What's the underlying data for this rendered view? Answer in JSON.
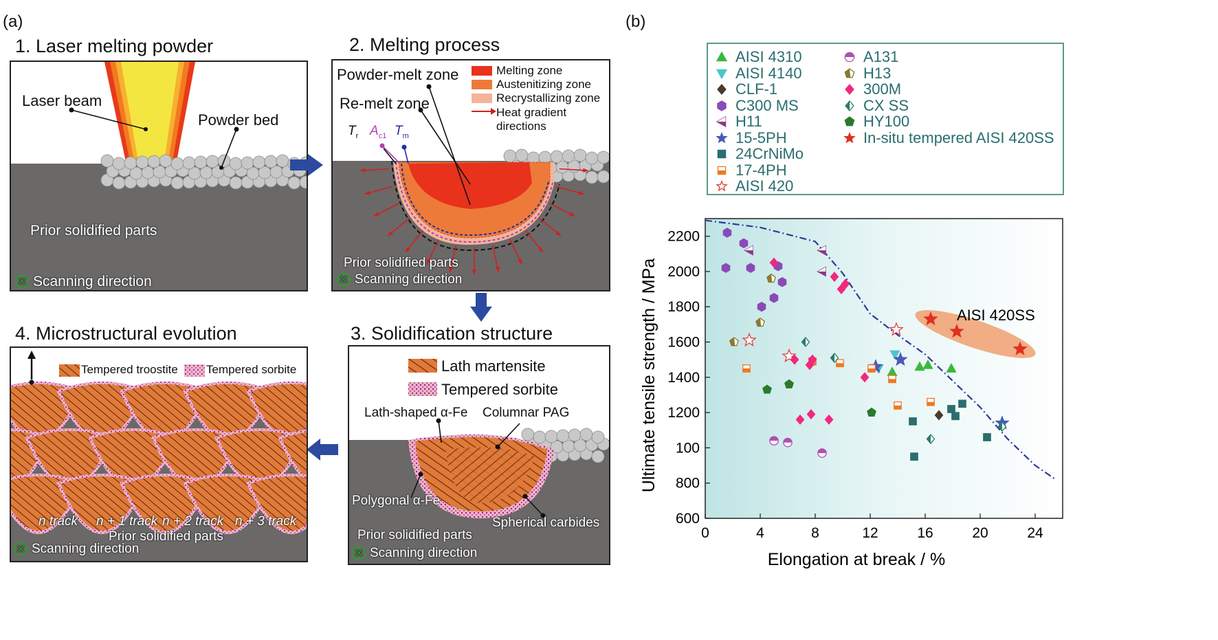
{
  "panel_a": {
    "label": "(a)",
    "step1": {
      "title": "1. Laser melting powder",
      "laser_beam": "Laser beam",
      "powder_bed": "Powder bed",
      "prior": "Prior solidified parts",
      "scan": "Scanning direction"
    },
    "step2": {
      "title": "2. Melting process",
      "powder_melt": "Powder-melt zone",
      "remelt": "Re-melt zone",
      "tr": "T",
      "tr_sub": "r",
      "ac1": "A",
      "ac1_sub": "c1",
      "tm": "T",
      "tm_sub": "m",
      "legend": [
        "Melting zone",
        "Austenitizing zone",
        "Recrystallizing zone",
        "Heat gradient",
        "directions"
      ],
      "prior": "Prior solidified parts",
      "scan": "Scanning direction"
    },
    "step3": {
      "title": "3. Solidification structure",
      "legend": [
        "Lath martensite",
        "Tempered sorbite"
      ],
      "lath": "Lath-shaped α-Fe",
      "columnar": "Columnar PAG",
      "polygonal": "Polygonal α-Fe",
      "spherical": "Spherical carbides",
      "prior": "Prior solidified parts",
      "scan": "Scanning direction"
    },
    "step4": {
      "title": "4. Microstructural evolution",
      "legend": [
        "Tempered troostite",
        "Tempered sorbite"
      ],
      "tracks": [
        "n track",
        "n + 1 track",
        "n + 2 track",
        "n + 3 track"
      ],
      "prior": "Prior solidified parts",
      "scan": "Scanning direction"
    }
  },
  "panel_b": {
    "label": "(b)",
    "legend_left": [
      {
        "name": "AISI 4310",
        "icon": "triangle-up",
        "color": "#3cb83c"
      },
      {
        "name": "AISI 4140",
        "icon": "triangle-down",
        "color": "#4fc4c8"
      },
      {
        "name": "CLF-1",
        "icon": "diamond",
        "color": "#4a3a2a"
      },
      {
        "name": "C300 MS",
        "icon": "hexagon",
        "color": "#8a4ab8"
      },
      {
        "name": "H11",
        "icon": "triangle-left",
        "color": "#8a3a8a"
      },
      {
        "name": "15-5PH",
        "icon": "star",
        "color": "#4a5ab8"
      },
      {
        "name": "24CrNiMo",
        "icon": "square",
        "color": "#2a6e6e"
      },
      {
        "name": "17-4PH",
        "icon": "square-half",
        "color": "#f07820"
      },
      {
        "name": "AISI 420",
        "icon": "star-open",
        "color": "#e04040"
      }
    ],
    "legend_right": [
      {
        "name": "A131",
        "icon": "circle-half",
        "color": "#b050b0"
      },
      {
        "name": "H13",
        "icon": "pentagon-half",
        "color": "#8a7a30"
      },
      {
        "name": "300M",
        "icon": "diamond",
        "color": "#f02880"
      },
      {
        "name": "CX SS",
        "icon": "diamond-half",
        "color": "#2a7a6a"
      },
      {
        "name": "HY100",
        "icon": "pentagon",
        "color": "#2a7a2a"
      },
      {
        "name": "In-situ tempered AISI 420SS",
        "icon": "star",
        "color": "#e03020"
      }
    ],
    "annotation": "AISI 420SS"
  },
  "chart_data": {
    "type": "scatter",
    "xlabel": "Elongation at break / %",
    "ylabel": "Ultimate tensile strength / MPa",
    "xlim": [
      0,
      26
    ],
    "ylim": [
      600,
      2300
    ],
    "xticks": [
      0,
      4,
      8,
      12,
      16,
      20,
      24
    ],
    "xtick_labels": [
      "0",
      "4",
      "8",
      "12",
      "16",
      "20",
      "24"
    ],
    "yticks": [
      600,
      800,
      1000,
      1200,
      1400,
      1600,
      1800,
      2000,
      2200
    ],
    "ytick_labels": [
      "600",
      "800",
      "100",
      "1200",
      "1400",
      "1600",
      "1800",
      "2000",
      "2200"
    ],
    "series": [
      {
        "name": "AISI 4310",
        "marker": "triangle-up",
        "color": "#3cb83c",
        "points": [
          [
            13.6,
            1430
          ],
          [
            15.6,
            1460
          ],
          [
            16.2,
            1470
          ],
          [
            17.9,
            1450
          ]
        ]
      },
      {
        "name": "AISI 4140",
        "marker": "triangle-down",
        "color": "#4fc4c8",
        "points": [
          [
            13.8,
            1530
          ],
          [
            12.6,
            1450
          ]
        ]
      },
      {
        "name": "CLF-1",
        "marker": "diamond",
        "color": "#4a3a2a",
        "points": [
          [
            17.0,
            1185
          ]
        ]
      },
      {
        "name": "C300 MS",
        "marker": "hexagon",
        "color": "#8a4ab8",
        "points": [
          [
            1.6,
            2220
          ],
          [
            2.8,
            2160
          ],
          [
            3.3,
            2020
          ],
          [
            5.3,
            2030
          ],
          [
            5.6,
            1940
          ],
          [
            4.1,
            1800
          ],
          [
            5.0,
            1850
          ],
          [
            1.5,
            2020
          ]
        ]
      },
      {
        "name": "H11",
        "marker": "triangle-left",
        "color": "#8a3a8a",
        "points": [
          [
            3.2,
            2120
          ],
          [
            8.5,
            2120
          ],
          [
            8.5,
            2000
          ]
        ]
      },
      {
        "name": "15-5PH",
        "marker": "star",
        "color": "#4a5ab8",
        "points": [
          [
            14.2,
            1500
          ],
          [
            21.6,
            1140
          ],
          [
            12.4,
            1460
          ]
        ]
      },
      {
        "name": "24CrNiMo",
        "marker": "square",
        "color": "#2a6e6e",
        "points": [
          [
            15.1,
            1150
          ],
          [
            15.2,
            950
          ],
          [
            17.9,
            1220
          ],
          [
            18.2,
            1180
          ],
          [
            18.7,
            1250
          ],
          [
            20.5,
            1060
          ]
        ]
      },
      {
        "name": "17-4PH",
        "marker": "square-half",
        "color": "#f07820",
        "points": [
          [
            3.0,
            1450
          ],
          [
            7.8,
            1490
          ],
          [
            9.8,
            1480
          ],
          [
            12.1,
            1450
          ],
          [
            13.6,
            1390
          ],
          [
            14.0,
            1240
          ],
          [
            16.4,
            1260
          ]
        ]
      },
      {
        "name": "AISI 420",
        "marker": "star-open",
        "color": "#e04040",
        "points": [
          [
            3.2,
            1610
          ],
          [
            6.1,
            1520
          ],
          [
            13.9,
            1670
          ]
        ]
      },
      {
        "name": "A131",
        "marker": "circle-half",
        "color": "#b050b0",
        "points": [
          [
            5.0,
            1040
          ],
          [
            6.0,
            1030
          ],
          [
            8.5,
            970
          ]
        ]
      },
      {
        "name": "H13",
        "marker": "pentagon-half",
        "color": "#8a7a30",
        "points": [
          [
            2.1,
            1600
          ],
          [
            4.8,
            1960
          ],
          [
            4.0,
            1710
          ]
        ]
      },
      {
        "name": "300M",
        "marker": "diamond",
        "color": "#f02880",
        "points": [
          [
            5.0,
            2050
          ],
          [
            9.4,
            1970
          ],
          [
            9.9,
            1900
          ],
          [
            10.2,
            1930
          ],
          [
            11.6,
            1400
          ],
          [
            7.8,
            1500
          ],
          [
            7.6,
            1470
          ],
          [
            6.9,
            1160
          ],
          [
            7.7,
            1190
          ],
          [
            9.0,
            1160
          ],
          [
            6.5,
            1500
          ]
        ]
      },
      {
        "name": "CX SS",
        "marker": "diamond-half",
        "color": "#2a7a6a",
        "points": [
          [
            7.3,
            1600
          ],
          [
            9.4,
            1510
          ],
          [
            16.4,
            1050
          ],
          [
            21.6,
            1120
          ]
        ]
      },
      {
        "name": "HY100",
        "marker": "pentagon",
        "color": "#2a7a2a",
        "points": [
          [
            4.5,
            1330
          ],
          [
            6.1,
            1360
          ],
          [
            12.1,
            1200
          ]
        ]
      },
      {
        "name": "In-situ tempered AISI 420SS",
        "marker": "star",
        "color": "#e03020",
        "points": [
          [
            16.4,
            1730
          ],
          [
            18.3,
            1660
          ],
          [
            22.9,
            1560
          ]
        ]
      }
    ],
    "trend_line": [
      [
        0,
        2290
      ],
      [
        4,
        2250
      ],
      [
        8,
        2170
      ],
      [
        10,
        1990
      ],
      [
        12,
        1760
      ],
      [
        14,
        1640
      ],
      [
        16,
        1530
      ],
      [
        18,
        1380
      ],
      [
        20,
        1230
      ],
      [
        22,
        1050
      ],
      [
        24,
        900
      ],
      [
        25.5,
        820
      ]
    ]
  }
}
